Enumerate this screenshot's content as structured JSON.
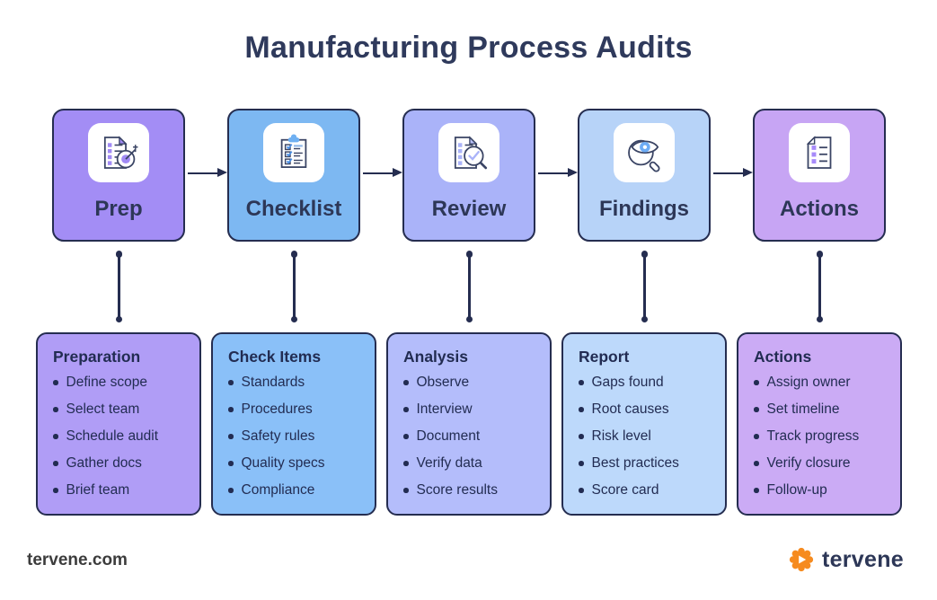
{
  "title": "Manufacturing Process Audits",
  "colors": {
    "ink": "#252d50",
    "brand_orange": "#f68b1f",
    "icon_blue": "#6cabf5",
    "icon_purple": "#a18af5"
  },
  "stages": [
    {
      "label": "Prep",
      "icon": "document-target-icon",
      "top_bg": "#a38df5",
      "panel_bg": "#b09df6",
      "detail_title": "Preparation",
      "items": [
        "Define scope",
        "Select team",
        "Schedule audit",
        "Gather docs",
        "Brief team"
      ]
    },
    {
      "label": "Checklist",
      "icon": "clipboard-check-icon",
      "top_bg": "#7db8f2",
      "panel_bg": "#8ac0f8",
      "detail_title": "Check Items",
      "items": [
        "Standards",
        "Procedures",
        "Safety rules",
        "Quality specs",
        "Compliance"
      ]
    },
    {
      "label": "Review",
      "icon": "document-magnifier-check-icon",
      "top_bg": "#aab3f9",
      "panel_bg": "#b4bdfb",
      "detail_title": "Analysis",
      "items": [
        "Observe",
        "Interview",
        "Document",
        "Verify data",
        "Score results"
      ]
    },
    {
      "label": "Findings",
      "icon": "eye-magnifier-icon",
      "top_bg": "#b7d3f8",
      "panel_bg": "#bdd9fb",
      "detail_title": "Report",
      "items": [
        "Gaps found",
        "Root causes",
        "Risk level",
        "Best practices",
        "Score card"
      ]
    },
    {
      "label": "Actions",
      "icon": "document-list-icon",
      "top_bg": "#c7a5f4",
      "panel_bg": "#cbabf5",
      "detail_title": "Actions",
      "items": [
        "Assign owner",
        "Set timeline",
        "Track progress",
        "Verify closure",
        "Follow-up"
      ]
    }
  ],
  "footer": {
    "website": "tervene.com",
    "brand": "tervene"
  }
}
